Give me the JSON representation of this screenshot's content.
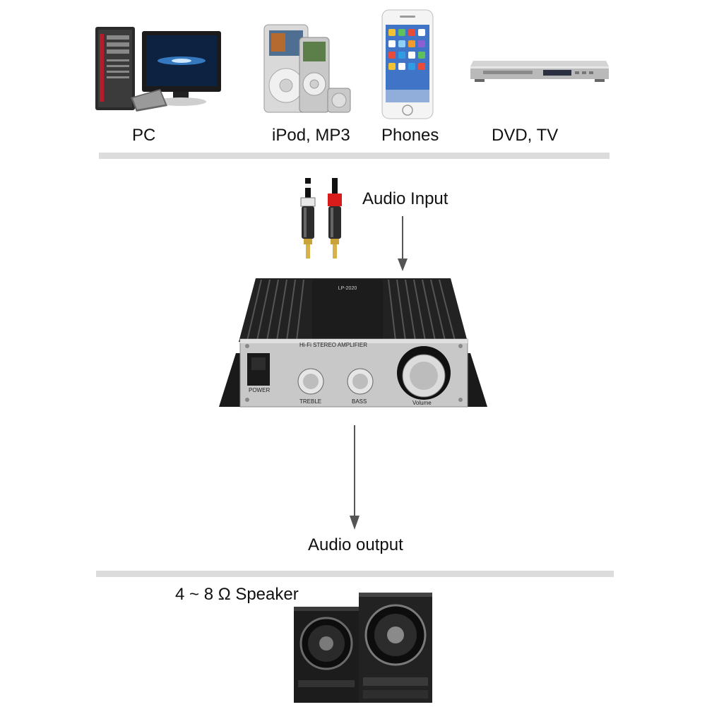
{
  "sources": [
    {
      "label": "PC",
      "icon": "pc-icon"
    },
    {
      "label": "iPod, MP3",
      "icon": "mp3-player-icon"
    },
    {
      "label": "Phones",
      "icon": "smartphone-icon"
    },
    {
      "label": "DVD, TV",
      "icon": "dvd-player-icon"
    }
  ],
  "audio_input_label": "Audio Input",
  "audio_output_label": "Audio output",
  "speaker_label": "4 ~ 8 Ω Speaker",
  "amplifier": {
    "panel_title": "Hi-Fi STEREO AMPLIFIER",
    "power_label": "POWER",
    "treble_label": "TREBLE",
    "bass_label": "BASS",
    "volume_label": "Volume",
    "model_label": "LP-2020"
  },
  "colors": {
    "divider": "#dcdcdc",
    "arrow": "#555555",
    "rca_red": "#d81b1b"
  }
}
